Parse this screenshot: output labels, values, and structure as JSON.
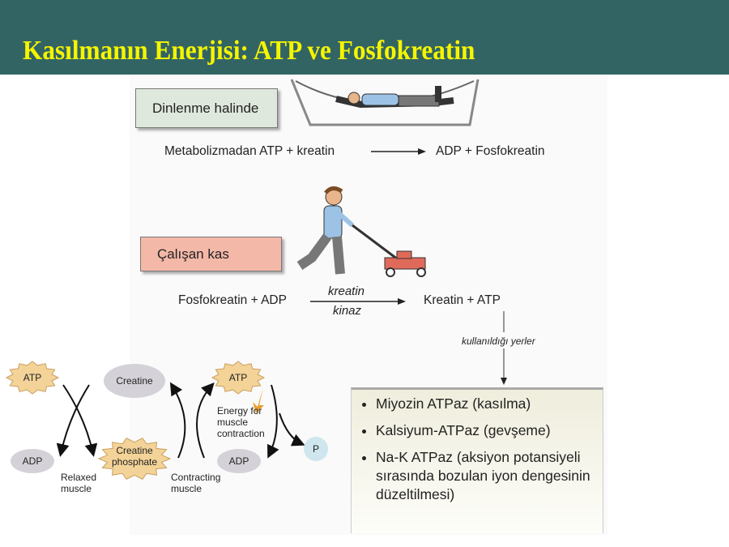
{
  "title": "Kasılmanın Enerjisi: ATP ve Fosfokreatin",
  "resting": {
    "label": "Dinlenme halinde",
    "eq_left": "Metabolizmadan ATP + kreatin",
    "eq_right": "ADP + Fosfokreatin"
  },
  "working": {
    "label": "Çalışan kas",
    "eq_left": "Fosfokreatin + ADP",
    "enzyme_top": "kreatin",
    "enzyme_bottom": "kinaz",
    "eq_right": "Kreatin + ATP"
  },
  "uses_label": "kullanıldığı yerler",
  "uses": [
    "Miyozin ATPaz (kasılma)",
    "Kalsiyum-ATPaz (gevşeme)",
    "Na-K ATPaz (aksiyon potansiyeli sırasında bozulan iyon dengesinin düzeltilmesi)"
  ],
  "cycle": {
    "atp1": "ATP",
    "creatine": "Creatine",
    "atp2": "ATP",
    "adp1": "ADP",
    "creatine_phosphate": "Creatine phosphate",
    "adp2": "ADP",
    "p": "P",
    "relaxed": "Relaxed muscle",
    "contracting": "Contracting muscle",
    "energy": "Energy for muscle contraction"
  },
  "colors": {
    "header": "#336464",
    "title": "#f5f500",
    "starburst": "#f3d398",
    "ellipse": "#d4d2d8",
    "p": "#cfe6ee",
    "resting_box": "#dfe8dc",
    "working_box": "#f4b8a8"
  }
}
